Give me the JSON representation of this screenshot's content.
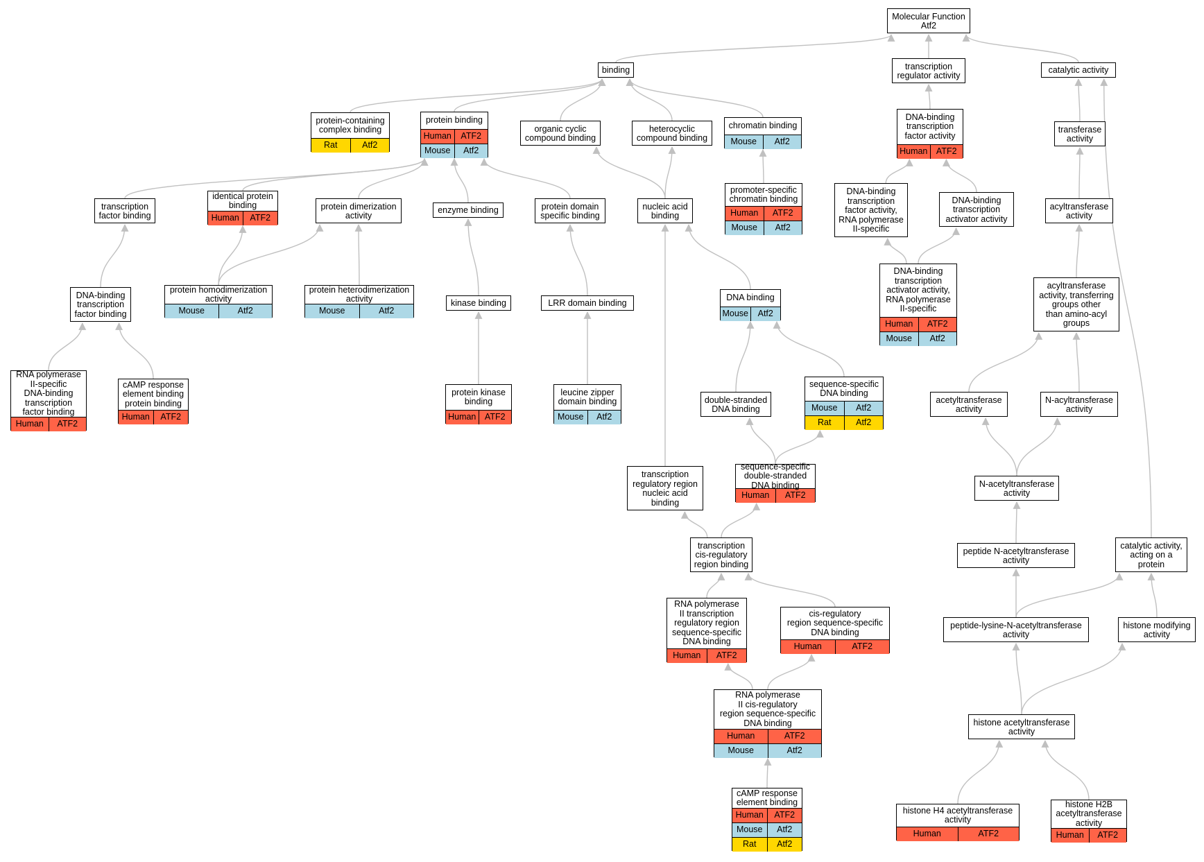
{
  "graph": {
    "colors": {
      "Human": "#ff6347",
      "Mouse": "#add8e6",
      "Rat": "#ffd700",
      "edge": "#c0c0c0"
    },
    "nodes": [
      {
        "id": "mf",
        "label": "Molecular Function\nAtf2",
        "rows": []
      },
      {
        "id": "binding",
        "label": "binding",
        "rows": []
      },
      {
        "id": "tra",
        "label": "transcription\nregulator activity",
        "rows": []
      },
      {
        "id": "cat",
        "label": "catalytic activity",
        "rows": []
      },
      {
        "id": "pccb",
        "label": "protein-containing\ncomplex binding",
        "rows": [
          {
            "species": "Rat",
            "gene": "Atf2"
          }
        ]
      },
      {
        "id": "pb",
        "label": "protein binding",
        "rows": [
          {
            "species": "Human",
            "gene": "ATF2"
          },
          {
            "species": "Mouse",
            "gene": "Atf2"
          }
        ]
      },
      {
        "id": "occb",
        "label": "organic cyclic\ncompound binding",
        "rows": []
      },
      {
        "id": "hccb",
        "label": "heterocyclic\ncompound binding",
        "rows": []
      },
      {
        "id": "cb",
        "label": "chromatin binding",
        "rows": [
          {
            "species": "Mouse",
            "gene": "Atf2"
          }
        ]
      },
      {
        "id": "dbtfa",
        "label": "DNA-binding\ntranscription\nfactor activity",
        "rows": [
          {
            "species": "Human",
            "gene": "ATF2"
          }
        ]
      },
      {
        "id": "trans",
        "label": "transferase\nactivity",
        "rows": []
      },
      {
        "id": "tfb",
        "label": "transcription\nfactor binding",
        "rows": []
      },
      {
        "id": "ipb",
        "label": "identical protein\nbinding",
        "rows": [
          {
            "species": "Human",
            "gene": "ATF2"
          }
        ]
      },
      {
        "id": "pda",
        "label": "protein dimerization\nactivity",
        "rows": []
      },
      {
        "id": "eb",
        "label": "enzyme binding",
        "rows": []
      },
      {
        "id": "pdsb",
        "label": "protein domain\nspecific binding",
        "rows": []
      },
      {
        "id": "nab",
        "label": "nucleic acid\nbinding",
        "rows": []
      },
      {
        "id": "pscb",
        "label": "promoter-specific\nchromatin binding",
        "rows": [
          {
            "species": "Human",
            "gene": "ATF2"
          },
          {
            "species": "Mouse",
            "gene": "Atf2"
          }
        ]
      },
      {
        "id": "dbtfa2",
        "label": "DNA-binding\ntranscription\nfactor activity,\nRNA polymerase\nII-specific",
        "rows": []
      },
      {
        "id": "dbtaa",
        "label": "DNA-binding\ntranscription\nactivator activity",
        "rows": []
      },
      {
        "id": "acyl",
        "label": "acyltransferase\nactivity",
        "rows": []
      },
      {
        "id": "dbtfb",
        "label": "DNA-binding\ntranscription\nfactor binding",
        "rows": []
      },
      {
        "id": "phda",
        "label": "protein homodimerization\nactivity",
        "rows": [
          {
            "species": "Mouse",
            "gene": "Atf2"
          }
        ]
      },
      {
        "id": "pheda",
        "label": "protein heterodimerization\nactivity",
        "rows": [
          {
            "species": "Mouse",
            "gene": "Atf2"
          }
        ]
      },
      {
        "id": "kb",
        "label": "kinase binding",
        "rows": []
      },
      {
        "id": "lrr",
        "label": "LRR domain binding",
        "rows": []
      },
      {
        "id": "dnab",
        "label": "DNA binding",
        "rows": [
          {
            "species": "Mouse",
            "gene": "Atf2"
          }
        ]
      },
      {
        "id": "dbtaa2",
        "label": "DNA-binding\ntranscription\nactivator activity,\nRNA polymerase\nII-specific",
        "rows": [
          {
            "species": "Human",
            "gene": "ATF2"
          },
          {
            "species": "Mouse",
            "gene": "Atf2"
          }
        ]
      },
      {
        "id": "acyl2",
        "label": "acyltransferase\nactivity, transferring\ngroups other\nthan amino-acyl\ngroups",
        "rows": []
      },
      {
        "id": "rnap",
        "label": "RNA polymerase\nII-specific\nDNA-binding\ntranscription\nfactor binding",
        "rows": [
          {
            "species": "Human",
            "gene": "ATF2"
          }
        ]
      },
      {
        "id": "camp1",
        "label": "cAMP response\nelement binding\nprotein binding",
        "rows": [
          {
            "species": "Human",
            "gene": "ATF2"
          }
        ]
      },
      {
        "id": "pkb",
        "label": "protein kinase\nbinding",
        "rows": [
          {
            "species": "Human",
            "gene": "ATF2"
          }
        ]
      },
      {
        "id": "lzdb",
        "label": "leucine zipper\ndomain binding",
        "rows": [
          {
            "species": "Mouse",
            "gene": "Atf2"
          }
        ]
      },
      {
        "id": "dsdb",
        "label": "double-stranded\nDNA binding",
        "rows": []
      },
      {
        "id": "ssdb",
        "label": "sequence-specific\nDNA binding",
        "rows": [
          {
            "species": "Mouse",
            "gene": "Atf2"
          },
          {
            "species": "Rat",
            "gene": "Atf2"
          }
        ]
      },
      {
        "id": "acetyl",
        "label": "acetyltransferase\nactivity",
        "rows": []
      },
      {
        "id": "nacyl",
        "label": "N-acyltransferase\nactivity",
        "rows": []
      },
      {
        "id": "trrnab",
        "label": "transcription\nregulatory region\nnucleic acid\nbinding",
        "rows": []
      },
      {
        "id": "ssdsdb",
        "label": "sequence-specific\ndouble-stranded\nDNA binding",
        "rows": [
          {
            "species": "Human",
            "gene": "ATF2"
          }
        ]
      },
      {
        "id": "nacet",
        "label": "N-acetyltransferase\nactivity",
        "rows": []
      },
      {
        "id": "tcrrb",
        "label": "transcription\ncis-regulatory\nregion binding",
        "rows": []
      },
      {
        "id": "pna",
        "label": "peptide N-acetyltransferase\nactivity",
        "rows": []
      },
      {
        "id": "caap",
        "label": "catalytic activity,\nacting on a\nprotein",
        "rows": []
      },
      {
        "id": "rnap2",
        "label": "RNA polymerase\nII transcription\nregulatory region\nsequence-specific\nDNA binding",
        "rows": [
          {
            "species": "Human",
            "gene": "ATF2"
          }
        ]
      },
      {
        "id": "crss",
        "label": "cis-regulatory\nregion sequence-specific\nDNA binding",
        "rows": [
          {
            "species": "Human",
            "gene": "ATF2"
          }
        ]
      },
      {
        "id": "plna",
        "label": "peptide-lysine-N-acetyltransferase\nactivity",
        "rows": []
      },
      {
        "id": "hma",
        "label": "histone modifying\nactivity",
        "rows": []
      },
      {
        "id": "rnap3",
        "label": "RNA polymerase\nII cis-regulatory\nregion sequence-specific\nDNA binding",
        "rows": [
          {
            "species": "Human",
            "gene": "ATF2"
          },
          {
            "species": "Mouse",
            "gene": "Atf2"
          }
        ]
      },
      {
        "id": "haa",
        "label": "histone acetyltransferase\nactivity",
        "rows": []
      },
      {
        "id": "camp2",
        "label": "cAMP response\nelement binding",
        "rows": [
          {
            "species": "Human",
            "gene": "ATF2"
          },
          {
            "species": "Mouse",
            "gene": "Atf2"
          },
          {
            "species": "Rat",
            "gene": "Atf2"
          }
        ]
      },
      {
        "id": "h4",
        "label": "histone H4 acetyltransferase\nactivity",
        "rows": [
          {
            "species": "Human",
            "gene": "ATF2"
          }
        ]
      },
      {
        "id": "h2b",
        "label": "histone H2B\nacetyltransferase\nactivity",
        "rows": [
          {
            "species": "Human",
            "gene": "ATF2"
          }
        ]
      }
    ],
    "edges": [
      [
        "binding",
        "mf"
      ],
      [
        "tra",
        "mf"
      ],
      [
        "cat",
        "mf"
      ],
      [
        "pccb",
        "binding"
      ],
      [
        "pb",
        "binding"
      ],
      [
        "occb",
        "binding"
      ],
      [
        "hccb",
        "binding"
      ],
      [
        "cb",
        "binding"
      ],
      [
        "dbtfa",
        "tra"
      ],
      [
        "trans",
        "cat"
      ],
      [
        "caap",
        "cat"
      ],
      [
        "tfb",
        "pb"
      ],
      [
        "ipb",
        "pb"
      ],
      [
        "pda",
        "pb"
      ],
      [
        "eb",
        "pb"
      ],
      [
        "pdsb",
        "pb"
      ],
      [
        "nab",
        "occb"
      ],
      [
        "nab",
        "hccb"
      ],
      [
        "pscb",
        "cb"
      ],
      [
        "dbtfa2",
        "dbtfa"
      ],
      [
        "dbtaa",
        "dbtfa"
      ],
      [
        "dbtaa2",
        "dbtfa2"
      ],
      [
        "dbtaa2",
        "dbtaa"
      ],
      [
        "acyl",
        "trans"
      ],
      [
        "acyl2",
        "acyl"
      ],
      [
        "dbtfb",
        "tfb"
      ],
      [
        "phda",
        "ipb"
      ],
      [
        "phda",
        "pda"
      ],
      [
        "pheda",
        "pda"
      ],
      [
        "kb",
        "eb"
      ],
      [
        "lrr",
        "pdsb"
      ],
      [
        "dnab",
        "nab"
      ],
      [
        "trrnab",
        "nab"
      ],
      [
        "rnap",
        "dbtfb"
      ],
      [
        "camp1",
        "dbtfb"
      ],
      [
        "pkb",
        "kb"
      ],
      [
        "lzdb",
        "lrr"
      ],
      [
        "dsdb",
        "dnab"
      ],
      [
        "ssdb",
        "dnab"
      ],
      [
        "acetyl",
        "acyl2"
      ],
      [
        "nacyl",
        "acyl2"
      ],
      [
        "ssdsdb",
        "dsdb"
      ],
      [
        "ssdsdb",
        "ssdb"
      ],
      [
        "nacet",
        "acetyl"
      ],
      [
        "nacet",
        "nacyl"
      ],
      [
        "tcrrb",
        "trrnab"
      ],
      [
        "tcrrb",
        "ssdsdb"
      ],
      [
        "pna",
        "nacet"
      ],
      [
        "rnap2",
        "tcrrb"
      ],
      [
        "crss",
        "tcrrb"
      ],
      [
        "plna",
        "pna"
      ],
      [
        "plna",
        "caap"
      ],
      [
        "hma",
        "caap"
      ],
      [
        "rnap3",
        "rnap2"
      ],
      [
        "rnap3",
        "crss"
      ],
      [
        "haa",
        "plna"
      ],
      [
        "haa",
        "hma"
      ],
      [
        "camp2",
        "rnap3"
      ],
      [
        "h4",
        "haa"
      ],
      [
        "h2b",
        "haa"
      ]
    ]
  }
}
